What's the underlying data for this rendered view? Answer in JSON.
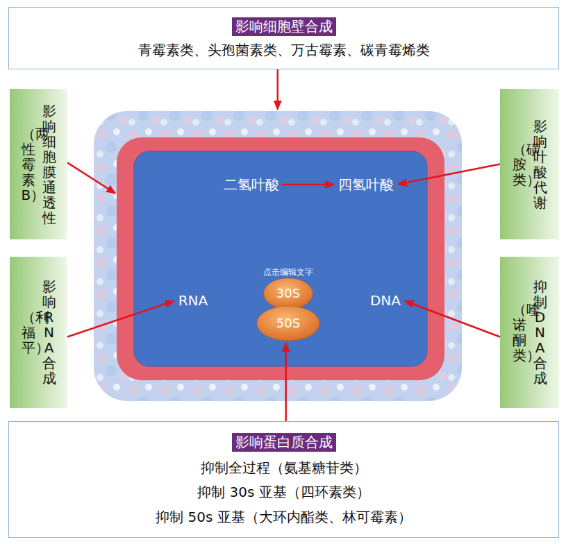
{
  "diagram": {
    "nodes": [
      {
        "text": [
          "影响细胞壁合成",
          "青霉素类、头孢菌素类、万古霉素、碳青霉烯类"
        ]
      },
      {
        "text": [
          "影响细胞膜通透性",
          "（两性霉素 B）"
        ]
      },
      {
        "text": [
          "影响叶酸代谢",
          "（磺胺类）"
        ]
      },
      {
        "text": []
      },
      {
        "text": [],
        "in": 3
      },
      {
        "text": [
          "二氢叶酸"
        ],
        "in": 4
      },
      {
        "text": [
          "四氢叶酸"
        ],
        "in": 4
      },
      {
        "text": [
          "RNA"
        ],
        "in": 4
      },
      {
        "text": [
          "30S"
        ],
        "in": 4
      },
      {
        "text": [
          "50S"
        ],
        "in": 4
      },
      {
        "text": [
          "DNA"
        ],
        "in": 4
      },
      {
        "text": [
          "影响 RNA 合成",
          "（利福平）"
        ]
      },
      {
        "text": [
          "抑制 DNA 合成",
          "（喹诺酮类）"
        ]
      },
      {
        "text": [
          "影响蛋白质合成",
          "抑制全过程（氨基糖苷类）",
          "抑制 30s 亚基（四环素类）",
          "抑制 50s 亚基（大环内酯类、林可霉素）"
        ]
      }
    ],
    "edges": [
      {
        "from": 0,
        "to": 3,
        "arrow": "to"
      },
      {
        "from": 1,
        "to": 4,
        "arrow": "to"
      },
      {
        "from": 2,
        "to": 6,
        "arrow": "to"
      },
      {
        "from": 5,
        "to": 6,
        "arrow": "to"
      },
      {
        "from": 11,
        "to": 7,
        "arrow": "to"
      },
      {
        "from": 12,
        "to": 10,
        "arrow": "to"
      },
      {
        "from": 13,
        "to": 9,
        "arrow": "to"
      }
    ],
    "labels": [
      "点击编辑文字"
    ]
  }
}
